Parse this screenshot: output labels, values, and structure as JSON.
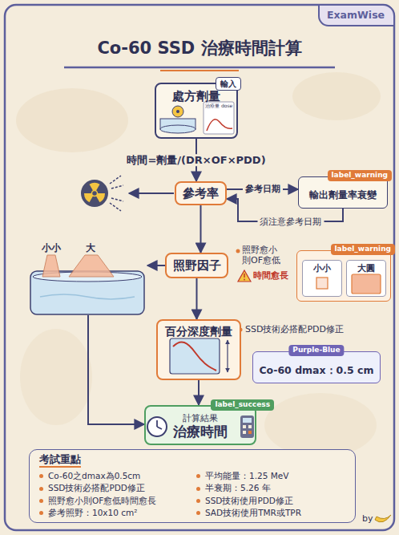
{
  "diagram": {
    "title": "Co-60 SSD 治療時間計算",
    "nodes": [
      {
        "text": [
          "輸入",
          "處方劑量"
        ]
      },
      {
        "text": [
          "參考率"
        ]
      },
      {
        "text": [
          "label_warning",
          "輸出劑量率衰變"
        ]
      },
      {
        "text": [
          "照野因子"
        ]
      },
      {
        "text": [
          "label_warning"
        ]
      },
      {
        "text": [
          "小小"
        ],
        "in": 4
      },
      {
        "text": [
          "大圓"
        ],
        "in": 4
      },
      {
        "text": [
          "百分深度劑量"
        ]
      },
      {
        "text": [
          "Purple-Blue",
          "Co-60 dmax：0.5 cm"
        ]
      },
      {
        "text": [
          "label_success",
          "計算結果",
          "治療時間"
        ]
      },
      {
        "text": [
          "考試重點",
          "Co-60之dmax為0.5cm",
          "SSD技術必搭配PDD修正",
          "照野愈小則OF愈低時間愈長",
          "參考照野：10x10 cm²",
          "平均能量：1.25 MeV",
          "半衰期：5.26 年",
          "SSD技術使用PDD修正",
          "SAD技術使用TMR或TPR"
        ]
      }
    ],
    "edges": [
      {
        "from": 0,
        "to": 1,
        "arrow": "to",
        "label": "時間=劑量/(DR×OF×PDD)"
      },
      {
        "from": 1,
        "to": 2,
        "arrow": "to",
        "label": "參考日期"
      },
      {
        "from": 2,
        "to": 1,
        "arrow": "to",
        "label": "須注意參考日期"
      },
      {
        "from": 1,
        "to": 3,
        "arrow": "to"
      },
      {
        "from": 3,
        "to": 7,
        "arrow": "to"
      },
      {
        "from": 7,
        "to": 9,
        "arrow": "to"
      }
    ],
    "labels": [
      "ExamWise",
      "治療量 dose",
      "小小",
      "大",
      "照野愈小則OF愈低",
      "時間愈長",
      "SSD技術必搭配PDD修正",
      "by"
    ]
  }
}
